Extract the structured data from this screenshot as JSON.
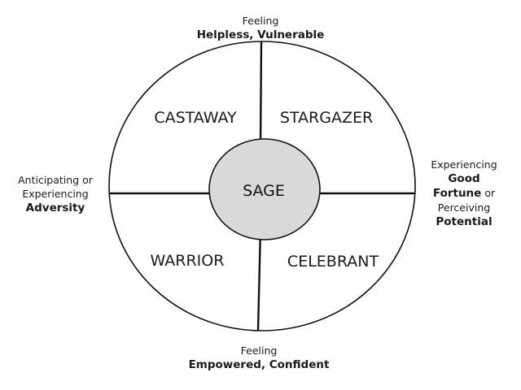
{
  "diagram": {
    "quadrants": {
      "top_left": "CASTAWAY",
      "top_right": "STARGAZER",
      "bottom_left": "WARRIOR",
      "bottom_right": "CELEBRANT"
    },
    "center": "SAGE",
    "top": {
      "line1": "Feeling",
      "line2": "Helpless, Vulnerable"
    },
    "bottom": {
      "line1": "Feeling",
      "line2": "Empowered, Confident"
    },
    "left": {
      "line1": "Anticipating or",
      "line2": "Experiencing",
      "line3": "Adversity"
    },
    "right": {
      "line1": "Experiencing",
      "line2": "Good",
      "line3a": "Fortune",
      "line3b": " or",
      "line4": "Perceiving",
      "line5": "Potential"
    },
    "colors": {
      "center_fill": "#d9d9d9",
      "stroke": "#111111"
    }
  }
}
